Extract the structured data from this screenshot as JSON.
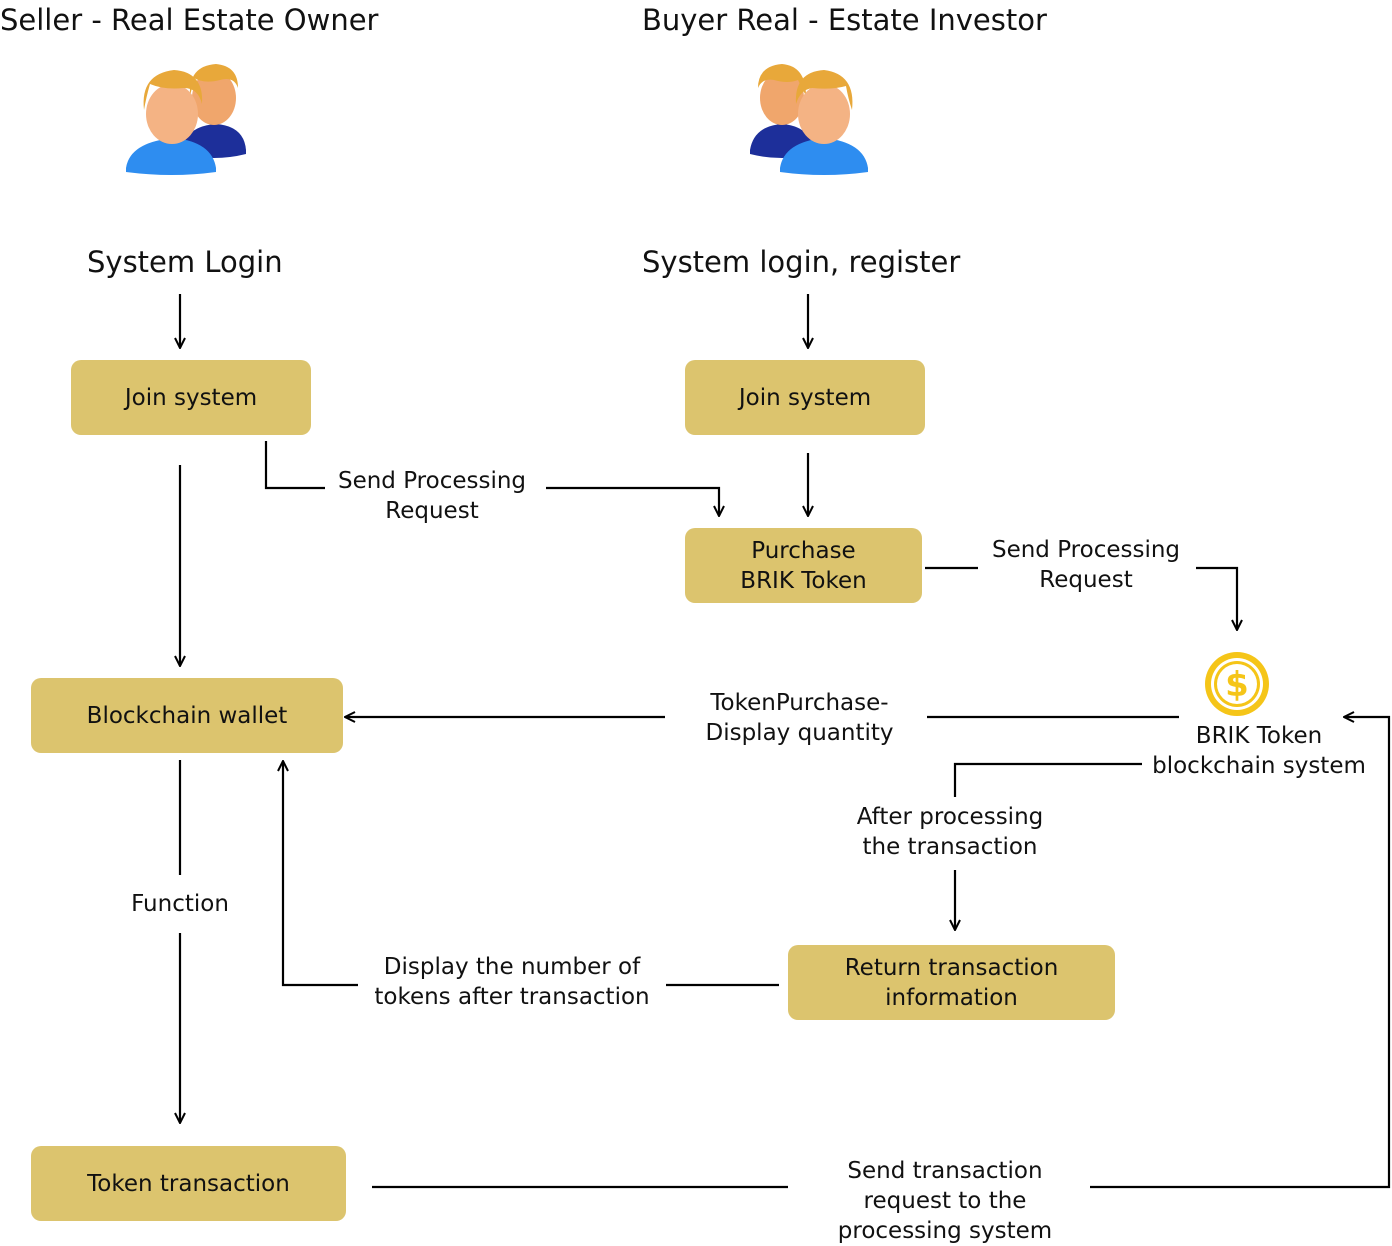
{
  "actors": {
    "seller_title": "Seller - Real Estate Owner",
    "buyer_title": "Buyer Real - Estate Investor",
    "seller_icon": "users-icon",
    "buyer_icon": "users-icon"
  },
  "seller_flow": {
    "login_heading": "System Login",
    "join_label": "Join system",
    "wallet_label": "Blockchain wallet",
    "function_label": "Function",
    "token_tx_label": "Token transaction"
  },
  "buyer_flow": {
    "login_heading": "System login, register",
    "join_label": "Join system",
    "purchase_line1": "Purchase",
    "purchase_line2": "BRIK Token"
  },
  "system": {
    "coin_icon": "dollar-coin-icon",
    "name_line1": "BRIK Token",
    "name_line2": "blockchain system",
    "return_line1": "Return transaction",
    "return_line2": "information"
  },
  "edge_labels": {
    "seller_send_line1": "Send Processing",
    "seller_send_line2": "Request",
    "buyer_send_line1": "Send Processing",
    "buyer_send_line2": "Request",
    "purchase_display_line1": "TokenPurchase-",
    "purchase_display_line2": "Display quantity",
    "after_line1": "After processing",
    "after_line2": "the transaction",
    "display_after_line1": "Display the number of",
    "display_after_line2": "tokens after transaction",
    "send_tx_line1": "Send transaction",
    "send_tx_line2": "request to the",
    "send_tx_line3": "processing system"
  },
  "colors": {
    "box_fill": "#dcc46e",
    "coin": "#f5c518",
    "line": "#000000"
  }
}
